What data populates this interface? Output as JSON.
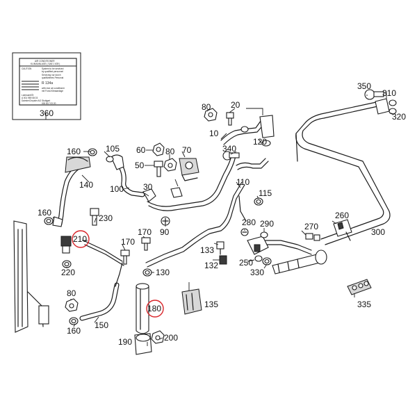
{
  "diagram": {
    "callouts": {
      "p10": "10",
      "p20": "20",
      "p30": "30",
      "p50": "50",
      "p60": "60",
      "p70": "70",
      "p80a": "80",
      "p80b": "80",
      "p80c": "80",
      "p90": "90",
      "p100": "100",
      "p105": "105",
      "p110": "110",
      "p115": "115",
      "p120": "120",
      "p130": "130",
      "p132": "132",
      "p133": "133",
      "p135": "135",
      "p140": "140",
      "p150": "150",
      "p160a": "160",
      "p160b": "160",
      "p160c": "160",
      "p170a": "170",
      "p170b": "170",
      "p180": "180",
      "p190": "190",
      "p200": "200",
      "p210": "210",
      "p220": "220",
      "p230": "230",
      "p250": "250",
      "p260": "260",
      "p270": "270",
      "p280": "280",
      "p290": "290",
      "p300": "300",
      "p310": "310",
      "p320": "320",
      "p330": "330",
      "p335": "335",
      "p340": "340",
      "p350": "350",
      "p360": "360"
    },
    "highlighted": [
      "180",
      "210"
    ],
    "highlight_color": "#d9262b",
    "label_360": {
      "line1": "AIR CONDITIONER",
      "line2": "KLIMAANLAGE ( SAE J 639 )",
      "line3": "CAUTION",
      "line4": "System to be serviced",
      "line5": "by qualified personnel",
      "line6": "Servicing nur durch",
      "line7": "qualifiziertes Personal",
      "line8": "R 134a",
      "line9": "with rear air conditioner",
      "line10": "mit Fond-Klimaanlage",
      "line11": "Lubricant/Öl",
      "line12": "A 001 989 08 03",
      "line13": "DaimlerChrysler AG Stuttgart",
      "line14": "000 817 03 20"
    }
  }
}
